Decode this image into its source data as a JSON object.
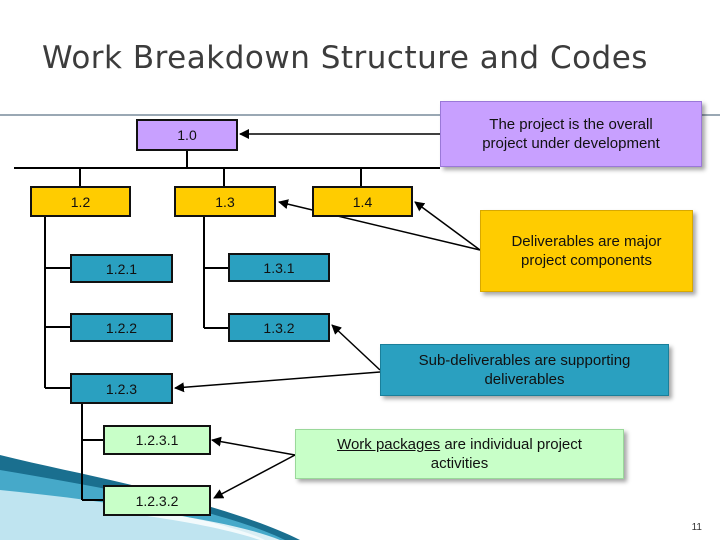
{
  "title": "Work Breakdown Structure and Codes",
  "nodes": {
    "root": "1.0",
    "n12": "1.2",
    "n13": "1.3",
    "n14": "1.4",
    "n121": "1.2.1",
    "n122": "1.2.2",
    "n123": "1.2.3",
    "n131": "1.3.1",
    "n132": "1.3.2",
    "n1231": "1.2.3.1",
    "n1232": "1.2.3.2"
  },
  "callouts": {
    "project_line1": "The project is the overall",
    "project_line2": "project under development",
    "deliverables_line1": "Deliverables are major",
    "deliverables_line2": "project components",
    "subdeliverables_line1": "Sub-deliverables are supporting",
    "subdeliverables_line2": "deliverables",
    "workpackages_term": "Work packages",
    "workpackages_rest": " are individual project",
    "workpackages_line2": "activities"
  },
  "page_number": "11",
  "colors": {
    "root": "#c8a0ff",
    "level2": "#ffcc00",
    "level3": "#2aa0c0",
    "level4": "#c8ffc8"
  }
}
